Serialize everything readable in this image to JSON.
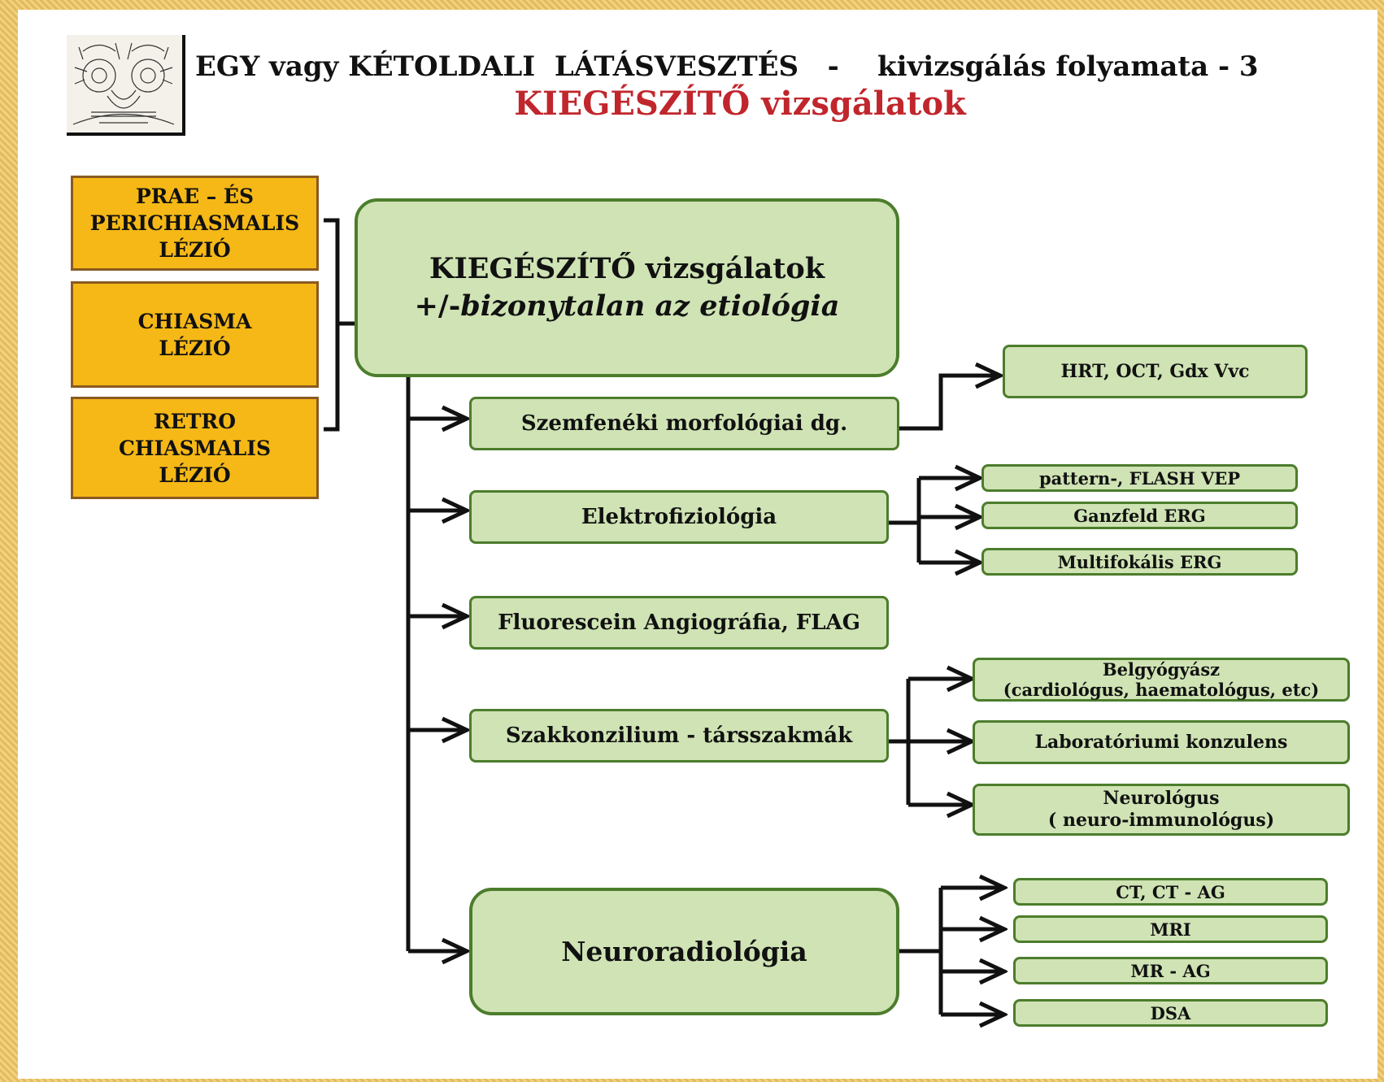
{
  "header": {
    "title_line1": "EGY vagy KÉTOLDALI  LÁTÁSVESZTÉS   -    kivizsgálás folyamata - 3",
    "title_line2": "KIEGÉSZÍTŐ vizsgálatok"
  },
  "lesions": [
    {
      "lines": [
        "PRAE – ÉS",
        "PERICHIASMALIS",
        "LÉZIÓ"
      ]
    },
    {
      "lines": [
        "CHIASMA",
        "LÉZIÓ"
      ]
    },
    {
      "lines": [
        "RETRO",
        "CHIASMALIS",
        "LÉZIÓ"
      ]
    }
  ],
  "main_box": {
    "line1": "KIEGÉSZÍTŐ  vizsgálatok",
    "line2_prefix": "+/-",
    "line2_italic": "bizonytalan az etiológia"
  },
  "branches": {
    "szemfeneki": "Szemfenéki morfológiai  dg.",
    "elektro": "Elektrofiziológia",
    "flag": "Fluorescein Angiográfia, FLAG",
    "szakkonz": "Szakkonzilium - társszakmák",
    "neurorad": "Neuroradiológia"
  },
  "leaves": {
    "hrt": "HRT,  OCT, Gdx Vvc",
    "vep": "pattern-, FLASH VEP",
    "ganzfeld": "Ganzfeld ERG",
    "multifokalis": "Multifokális ERG",
    "belgyogyasz_1": "Belgyógyász",
    "belgyogyasz_2": "(cardiológus, haematológus, etc)",
    "labor": "Laboratóriumi konzulens",
    "neurologus_1": "Neurológus",
    "neurologus_2": "( neuro-immunológus)",
    "ct": "CT, CT - AG",
    "mri": "MRI",
    "mrag": "MR - AG",
    "dsa": "DSA"
  },
  "colors": {
    "lesion_fill": "#f5b816",
    "lesion_border": "#8a5a21",
    "box_fill": "#cfe3b4",
    "box_border": "#4c7d2c",
    "subtitle": "#c0262c",
    "frame": "#e8c067"
  }
}
